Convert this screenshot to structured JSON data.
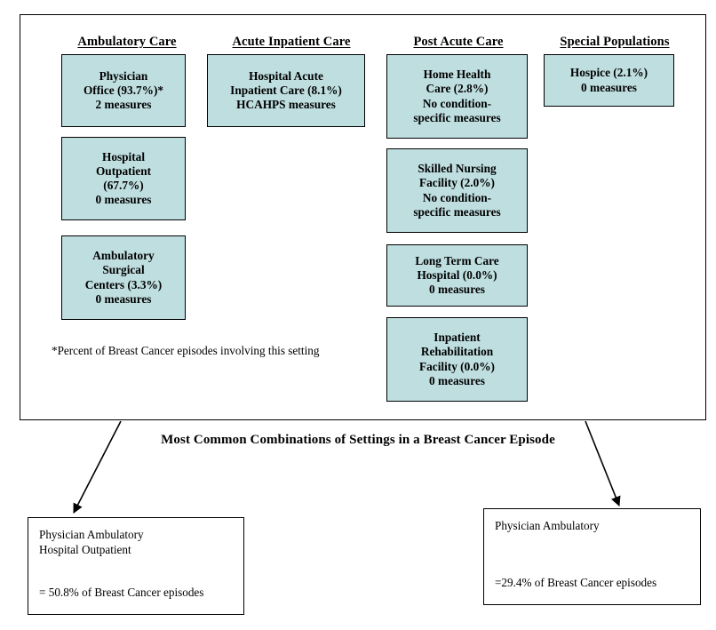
{
  "panel": {
    "columns": [
      {
        "header": "Ambulatory Care",
        "boxes": [
          {
            "lines": [
              "Physician",
              "Office (93.7%)*",
              "2 measures"
            ]
          },
          {
            "lines": [
              "Hospital",
              "Outpatient",
              "(67.7%)",
              "0 measures"
            ]
          },
          {
            "lines": [
              "Ambulatory",
              "Surgical",
              "Centers (3.3%)",
              "0 measures"
            ]
          }
        ]
      },
      {
        "header": "Acute Inpatient Care",
        "boxes": [
          {
            "lines": [
              "Hospital Acute",
              "Inpatient Care (8.1%)",
              "HCAHPS measures"
            ]
          }
        ]
      },
      {
        "header": "Post Acute Care",
        "boxes": [
          {
            "lines": [
              "Home Health",
              "Care (2.8%)",
              "No condition-",
              "specific measures"
            ]
          },
          {
            "lines": [
              "Skilled Nursing",
              "Facility (2.0%)",
              "No condition-",
              "specific measures"
            ]
          },
          {
            "lines": [
              "Long Term Care",
              "Hospital (0.0%)",
              "0 measures"
            ]
          },
          {
            "lines": [
              "Inpatient",
              "Rehabilitation",
              "Facility (0.0%)",
              "0 measures"
            ]
          }
        ]
      },
      {
        "header": "Special Populations",
        "boxes": [
          {
            "lines": [
              "Hospice (2.1%)",
              "0 measures"
            ]
          }
        ]
      }
    ],
    "footnote": "*Percent of Breast Cancer episodes involving this setting"
  },
  "combinations": {
    "title": "Most Common Combinations of Settings in a Breast Cancer Episode",
    "boxes": [
      {
        "settings": [
          "Physician Ambulatory",
          "Hospital Outpatient"
        ],
        "percent_text": "= 50.8% of Breast Cancer episodes"
      },
      {
        "settings": [
          "Physician Ambulatory"
        ],
        "percent_text": "=29.4% of Breast Cancer episodes"
      }
    ]
  },
  "colors": {
    "box_fill": "#bfdee0",
    "border": "#000000",
    "text": "#000000",
    "background": "#ffffff"
  }
}
